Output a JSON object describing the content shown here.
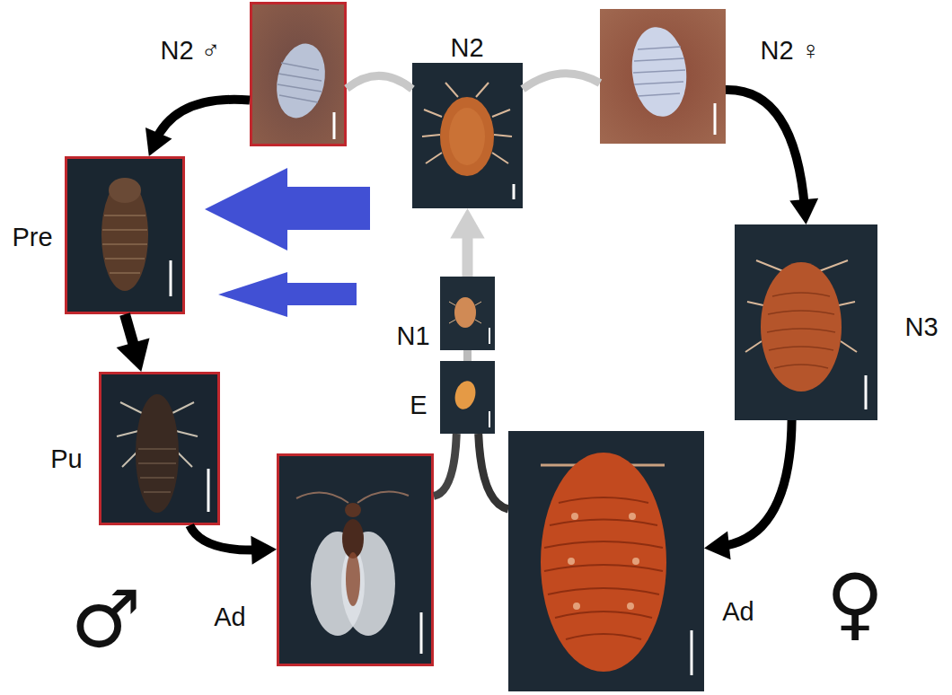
{
  "diagram": {
    "nodes": [
      {
        "text": [
          "N2 ♂"
        ]
      },
      {
        "text": [
          "N2"
        ]
      },
      {
        "text": [
          "N2 ♀"
        ]
      },
      {
        "text": [
          "Pre"
        ]
      },
      {
        "text": [
          "N3"
        ]
      },
      {
        "text": [
          "N1"
        ]
      },
      {
        "text": [
          "E"
        ]
      },
      {
        "text": [
          "Pu"
        ]
      },
      {
        "text": [
          "Ad"
        ]
      },
      {
        "text": [
          "Ad"
        ]
      }
    ],
    "edges": [
      {
        "from": 1,
        "to": 0,
        "arrow": "none"
      },
      {
        "from": 1,
        "to": 2,
        "arrow": "none"
      },
      {
        "from": 0,
        "to": 3,
        "arrow": "to"
      },
      {
        "from": 3,
        "to": 7,
        "arrow": "to"
      },
      {
        "from": 7,
        "to": 8,
        "arrow": "to"
      },
      {
        "from": 8,
        "to": 6,
        "arrow": "none"
      },
      {
        "from": 9,
        "to": 6,
        "arrow": "none"
      },
      {
        "from": 6,
        "to": 5,
        "arrow": "none"
      },
      {
        "from": 5,
        "to": 1,
        "arrow": "to"
      },
      {
        "from": 2,
        "to": 4,
        "arrow": "to"
      },
      {
        "from": 4,
        "to": 9,
        "arrow": "to"
      }
    ],
    "labels": [
      "♂",
      "♀"
    ]
  }
}
